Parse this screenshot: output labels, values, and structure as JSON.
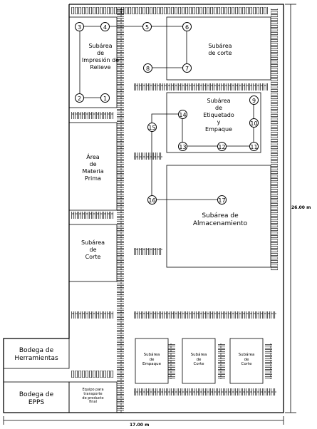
{
  "areas": {
    "relieve": "Subárea\nde\nImpresión de\nRelieve",
    "corte_top": "Subárea\nde corte",
    "etiquetado": "Subárea\nde\nEtiquetado\ny\nEmpaque",
    "materia_prima": "Área\nde\nMateria\nPrima",
    "almacenamiento": "Subárea de\nAlmacenamiento",
    "corte_left": "Subárea\nde\nCorte",
    "herramientas": "Bodega de\nHerramientas",
    "epps": "Bodega de\nEPPS",
    "equipo": "Equipo para\ntransporte\nde producto\nfinal",
    "empaque_small": "Subárea\nde\nEmpaque",
    "corte_small_1": "Subárea\nde\nCorte",
    "corte_small_2": "Subárea\nde\nCorte"
  },
  "nodes": [
    "1",
    "2",
    "3",
    "4",
    "5",
    "6",
    "7",
    "8",
    "9",
    "10",
    "11",
    "12",
    "13",
    "14",
    "15",
    "16",
    "17"
  ],
  "dimensions": {
    "height": "26.00 m",
    "width": "17.00 m"
  }
}
